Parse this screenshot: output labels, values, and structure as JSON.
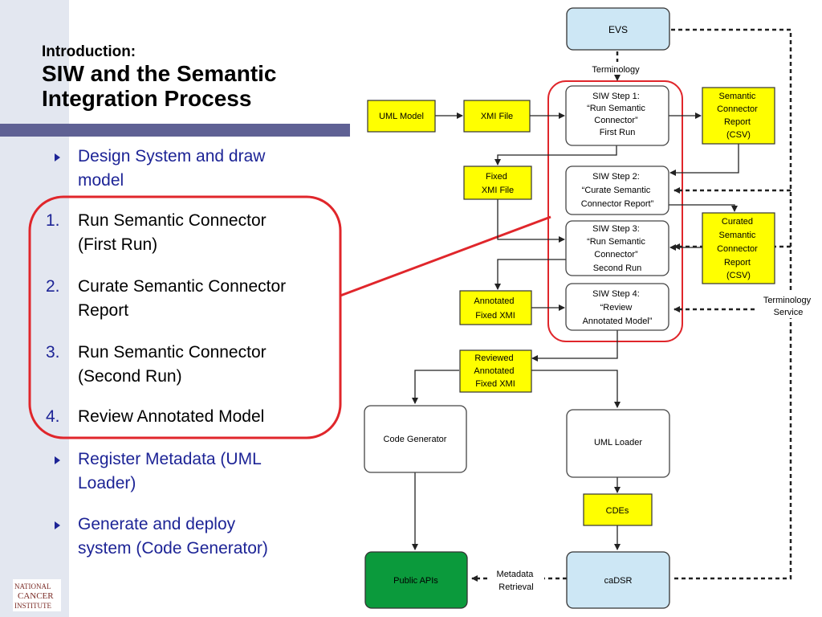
{
  "slide": {
    "title_small": "Introduction:",
    "title_line1": "SIW and the Semantic",
    "title_line2": "Integration Process"
  },
  "bullets": [
    {
      "marker": "",
      "line1": "Design System and draw",
      "line2": "model",
      "style": "blue"
    },
    {
      "marker": "1.",
      "line1": "Run Semantic Connector",
      "line2": "(First Run)",
      "style": "black"
    },
    {
      "marker": "2.",
      "line1": "Curate Semantic Connector",
      "line2": "Report",
      "style": "black"
    },
    {
      "marker": "3.",
      "line1": "Run Semantic Connector",
      "line2": "(Second Run)",
      "style": "black"
    },
    {
      "marker": "4.",
      "line1": "Review Annotated Model",
      "line2": "",
      "style": "black"
    },
    {
      "marker": "",
      "line1": "Register Metadata (UML",
      "line2": "Loader)",
      "style": "blue"
    },
    {
      "marker": "",
      "line1": "Generate and deploy",
      "line2": "system (Code Generator)",
      "style": "blue"
    }
  ],
  "logo": {
    "line1": "NATIONAL",
    "line2": "CANCER",
    "line3": "INSTITUTE"
  },
  "diagram": {
    "evs": "EVS",
    "terminology": "Terminology",
    "uml_model": "UML Model",
    "xmi_file": "XMI File",
    "step1": [
      "SIW Step 1:",
      "“Run Semantic",
      "Connector”",
      "First Run"
    ],
    "sc_report": [
      "Semantic",
      "Connector",
      "Report",
      "(CSV)"
    ],
    "fixed_xmi": [
      "Fixed",
      "XMI File"
    ],
    "step2": [
      "SIW Step 2:",
      "“Curate Semantic",
      "Connector Report”"
    ],
    "curated_report": [
      "Curated",
      "Semantic",
      "Connector",
      "Report",
      "(CSV)"
    ],
    "step3": [
      "SIW Step 3:",
      "“Run Semantic",
      "Connector”",
      "Second Run"
    ],
    "annotated_fixed": [
      "Annotated",
      "Fixed XMI"
    ],
    "step4": [
      "SIW Step 4:",
      "“Review",
      "Annotated Model”"
    ],
    "terminology_service": [
      "Terminology",
      "Service"
    ],
    "reviewed": [
      "Reviewed",
      "Annotated",
      "Fixed XMI"
    ],
    "code_generator": "Code Generator",
    "uml_loader": "UML Loader",
    "cdes": "CDEs",
    "public_apis": "Public APIs",
    "cadsr": "caDSR",
    "metadata_retrieval": [
      "Metadata",
      "Retrieval"
    ]
  },
  "colors": {
    "bullet_blue": "#1d2496",
    "highlight_red": "#e0262b",
    "box_yellow": "#ffff00",
    "box_lightblue": "#cde7f5",
    "box_green": "#0b9a3c",
    "bar_purple": "#5f6194"
  }
}
